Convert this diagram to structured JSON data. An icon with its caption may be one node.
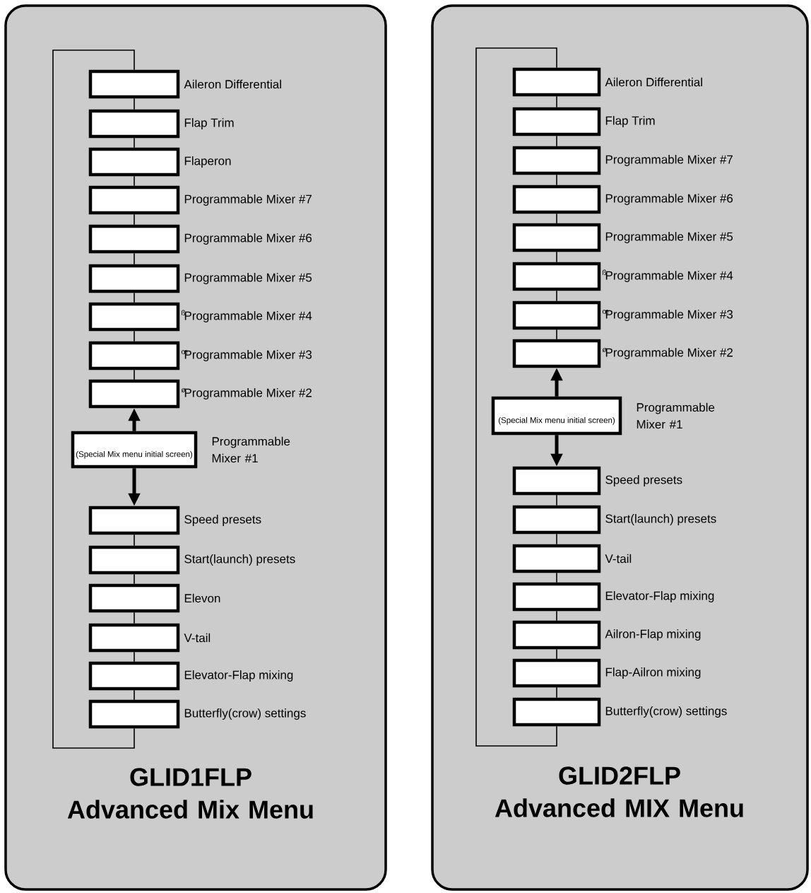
{
  "diagram": {
    "nodes": [
      {
        "text": [
          "GLID1FLP Advanced Mix Menu"
        ]
      },
      {
        "text": [],
        "shape": "box",
        "beside": [
          "Aileron Differential"
        ],
        "in": 0
      },
      {
        "text": [],
        "shape": "box",
        "beside": [
          "Flap Trim"
        ],
        "in": 0
      },
      {
        "text": [],
        "shape": "box",
        "beside": [
          "Flaperon"
        ],
        "in": 0
      },
      {
        "text": [],
        "shape": "box",
        "beside": [
          "Programmable Mixer #7"
        ],
        "in": 0
      },
      {
        "text": [],
        "shape": "box",
        "beside": [
          "Programmable Mixer #6"
        ],
        "in": 0
      },
      {
        "text": [],
        "shape": "box",
        "beside": [
          "Programmable Mixer #5"
        ],
        "in": 0
      },
      {
        "text": [],
        "shape": "box",
        "beside": [
          "Programmable Mixer #4"
        ],
        "in": 0
      },
      {
        "text": [],
        "shape": "box",
        "beside": [
          "Programmable Mixer #3"
        ],
        "in": 0
      },
      {
        "text": [],
        "shape": "box",
        "beside": [
          "Programmable Mixer #2"
        ],
        "in": 0
      },
      {
        "text": [
          "(Special Mix menu initial screen)"
        ],
        "beside": [
          "Programmable Mixer #1"
        ],
        "in": 0
      },
      {
        "text": [],
        "shape": "box",
        "beside": [
          "Speed presets"
        ],
        "in": 0
      },
      {
        "text": [],
        "shape": "box",
        "beside": [
          "Start(launch) presets"
        ],
        "in": 0
      },
      {
        "text": [],
        "shape": "box",
        "beside": [
          "Elevon"
        ],
        "in": 0
      },
      {
        "text": [],
        "shape": "box",
        "beside": [
          "V-tail"
        ],
        "in": 0
      },
      {
        "text": [],
        "shape": "box",
        "beside": [
          "Elevator-Flap mixing"
        ],
        "in": 0
      },
      {
        "text": [],
        "shape": "box",
        "beside": [
          "Butterfly(crow) settings"
        ],
        "in": 0
      },
      {
        "text": [
          "GLID2FLP Advanced MIX Menu"
        ]
      },
      {
        "text": [],
        "shape": "box",
        "beside": [
          "Aileron Differential"
        ],
        "in": 17
      },
      {
        "text": [],
        "shape": "box",
        "beside": [
          "Flap Trim"
        ],
        "in": 17
      },
      {
        "text": [],
        "shape": "box",
        "beside": [
          "Programmable Mixer #7"
        ],
        "in": 17
      },
      {
        "text": [],
        "shape": "box",
        "beside": [
          "Programmable Mixer #6"
        ],
        "in": 17
      },
      {
        "text": [],
        "shape": "box",
        "beside": [
          "Programmable Mixer #5"
        ],
        "in": 17
      },
      {
        "text": [],
        "shape": "box",
        "beside": [
          "Programmable Mixer #4"
        ],
        "in": 17
      },
      {
        "text": [],
        "shape": "box",
        "beside": [
          "Programmable Mixer #3"
        ],
        "in": 17
      },
      {
        "text": [],
        "shape": "box",
        "beside": [
          "Programmable Mixer #2"
        ],
        "in": 17
      },
      {
        "text": [
          "(Special Mix menu initial screen)"
        ],
        "beside": [
          "Programmable Mixer #1"
        ],
        "in": 17
      },
      {
        "text": [],
        "shape": "box",
        "beside": [
          "Speed presets"
        ],
        "in": 17
      },
      {
        "text": [],
        "shape": "box",
        "beside": [
          "Start(launch) presets"
        ],
        "in": 17
      },
      {
        "text": [],
        "shape": "box",
        "beside": [
          "V-tail"
        ],
        "in": 17
      },
      {
        "text": [],
        "shape": "box",
        "beside": [
          "Elevator-Flap mixing"
        ],
        "in": 17
      },
      {
        "text": [],
        "shape": "box",
        "beside": [
          "Ailron-Flap mixing"
        ],
        "in": 17
      },
      {
        "text": [],
        "shape": "box",
        "beside": [
          "Flap-Ailron mixing"
        ],
        "in": 17
      },
      {
        "text": [],
        "shape": "box",
        "beside": [
          "Butterfly(crow) settings"
        ],
        "in": 17
      }
    ],
    "edges": [
      {
        "from": 1,
        "to": 2,
        "arrow": "none"
      },
      {
        "from": 2,
        "to": 3,
        "arrow": "none"
      },
      {
        "from": 3,
        "to": 4,
        "arrow": "none"
      },
      {
        "from": 4,
        "to": 5,
        "arrow": "none"
      },
      {
        "from": 5,
        "to": 6,
        "arrow": "none"
      },
      {
        "from": 6,
        "to": 7,
        "arrow": "none"
      },
      {
        "from": 7,
        "to": 8,
        "arrow": "none"
      },
      {
        "from": 8,
        "to": 9,
        "arrow": "none"
      },
      {
        "from": 10,
        "to": 9,
        "arrow": "to",
        "style": "thick"
      },
      {
        "from": 10,
        "to": 11,
        "arrow": "to",
        "style": "thick"
      },
      {
        "from": 11,
        "to": 12,
        "arrow": "none"
      },
      {
        "from": 12,
        "to": 13,
        "arrow": "none"
      },
      {
        "from": 13,
        "to": 14,
        "arrow": "none"
      },
      {
        "from": 14,
        "to": 15,
        "arrow": "none"
      },
      {
        "from": 15,
        "to": 16,
        "arrow": "none"
      },
      {
        "from": 16,
        "to": 1,
        "arrow": "none"
      },
      {
        "from": 18,
        "to": 19,
        "arrow": "none"
      },
      {
        "from": 19,
        "to": 20,
        "arrow": "none"
      },
      {
        "from": 20,
        "to": 21,
        "arrow": "none"
      },
      {
        "from": 21,
        "to": 22,
        "arrow": "none"
      },
      {
        "from": 22,
        "to": 23,
        "arrow": "none"
      },
      {
        "from": 23,
        "to": 24,
        "arrow": "none"
      },
      {
        "from": 24,
        "to": 25,
        "arrow": "none"
      },
      {
        "from": 26,
        "to": 25,
        "arrow": "to",
        "style": "thick"
      },
      {
        "from": 26,
        "to": 27,
        "arrow": "to",
        "style": "thick"
      },
      {
        "from": 27,
        "to": 28,
        "arrow": "none"
      },
      {
        "from": 28,
        "to": 29,
        "arrow": "none"
      },
      {
        "from": 29,
        "to": 30,
        "arrow": "none"
      },
      {
        "from": 30,
        "to": 31,
        "arrow": "none"
      },
      {
        "from": 31,
        "to": 32,
        "arrow": "none"
      },
      {
        "from": 32,
        "to": 33,
        "arrow": "none"
      },
      {
        "from": 33,
        "to": 18,
        "arrow": "none"
      }
    ],
    "labels": [
      "ß",
      "œ",
      "ø",
      "ß",
      "œ",
      "ø"
    ]
  }
}
